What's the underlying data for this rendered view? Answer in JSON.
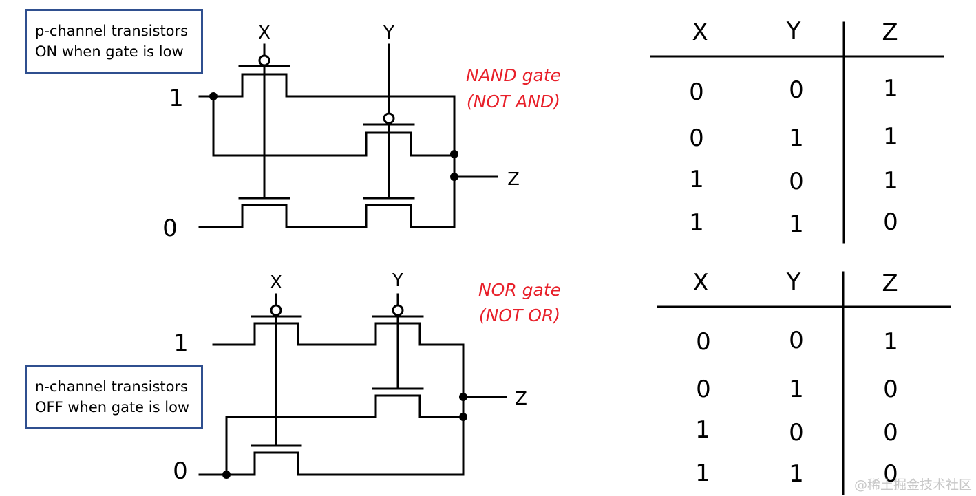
{
  "note_p": {
    "line1": "p-channel transistors",
    "line2": "ON when gate is low"
  },
  "note_n": {
    "line1": "n-channel transistors",
    "line2": "OFF when gate is low"
  },
  "nand": {
    "title": "NAND gate",
    "subtitle": "(NOT AND)",
    "input_a": "X",
    "input_b": "Y",
    "output": "Z",
    "supply_high": "1",
    "supply_low": "0"
  },
  "nor": {
    "title": "NOR gate",
    "subtitle": "(NOT OR)",
    "input_a": "X",
    "input_b": "Y",
    "output": "Z",
    "supply_high": "1",
    "supply_low": "0"
  },
  "nand_table": {
    "headers": [
      "X",
      "Y",
      "Z"
    ],
    "rows": [
      [
        "0",
        "0",
        "1"
      ],
      [
        "0",
        "1",
        "1"
      ],
      [
        "1",
        "0",
        "1"
      ],
      [
        "1",
        "1",
        "0"
      ]
    ]
  },
  "nor_table": {
    "headers": [
      "X",
      "Y",
      "Z"
    ],
    "rows": [
      [
        "0",
        "0",
        "1"
      ],
      [
        "0",
        "1",
        "0"
      ],
      [
        "1",
        "0",
        "0"
      ],
      [
        "1",
        "1",
        "0"
      ]
    ]
  },
  "watermark": "@稀土掘金技术社区",
  "colors": {
    "annotation": "#e8202a",
    "box_border": "#2f4f8f",
    "wire": "#000000"
  }
}
